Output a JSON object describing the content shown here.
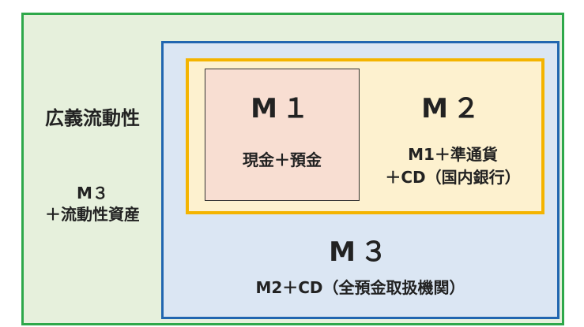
{
  "outer": {
    "title": "広義流動性",
    "line1": "M３",
    "line2": "＋流動性資産"
  },
  "m3": {
    "title": "M３",
    "desc": "M2＋CD（全預金取扱機関）"
  },
  "m2": {
    "title": "M２",
    "line1": "M1＋準通貨",
    "line2": "＋CD（国内銀行）"
  },
  "m1": {
    "title": "M１",
    "desc": "現金＋預金"
  },
  "colors": {
    "outer_border": "#2ea84a",
    "outer_fill": "#e6f0dc",
    "m3_border": "#2166b0",
    "m3_fill": "#dbe6f3",
    "m2_border": "#f4b400",
    "m2_fill": "#fdf1cf",
    "m1_fill": "#f8ded2"
  }
}
